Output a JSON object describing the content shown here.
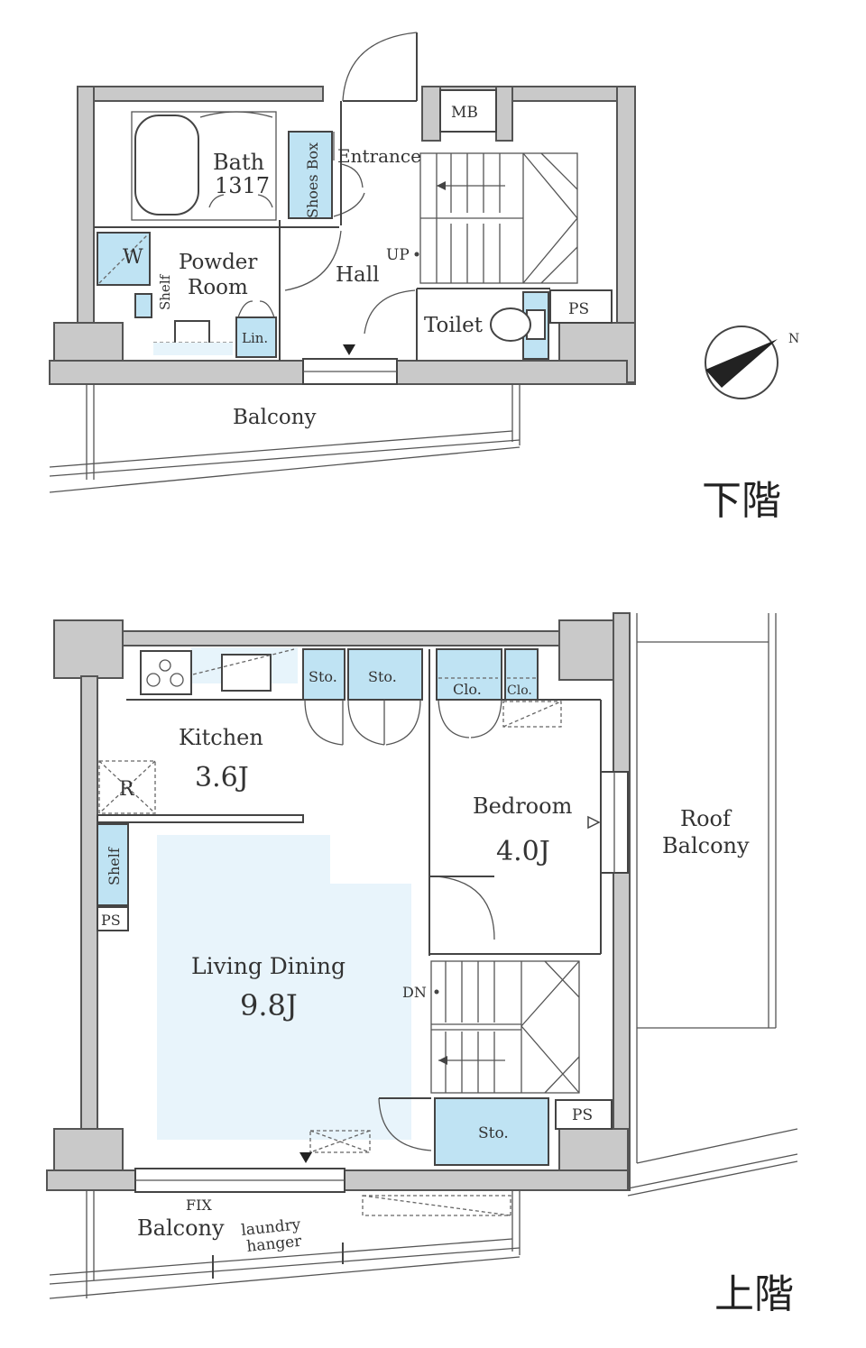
{
  "lower_floor": {
    "floor_title": "下階",
    "rooms": {
      "bath_name": "Bath",
      "bath_size": "1317",
      "powder_room_line1": "Powder",
      "powder_room_line2": "Room",
      "washer": "W",
      "shelf": "Shelf",
      "linen": "Lin.",
      "shoes_box": "Shoes Box",
      "entrance": "Entrance",
      "hall": "Hall",
      "meter_box": "MB",
      "stair_up": "UP",
      "toilet": "Toilet",
      "pipe_space": "PS",
      "balcony": "Balcony"
    }
  },
  "upper_floor": {
    "floor_title": "上階",
    "rooms": {
      "kitchen_name": "Kitchen",
      "kitchen_size": "3.6J",
      "refrigerator": "R",
      "shelf": "Shelf",
      "pipe_space_left": "PS",
      "storage_1": "Sto.",
      "storage_2": "Sto.",
      "closet_1": "Clo.",
      "closet_2": "Clo.",
      "bedroom_name": "Bedroom",
      "bedroom_size": "4.0J",
      "roof_balcony_line1": "Roof",
      "roof_balcony_line2": "Balcony",
      "living_dining_name": "Living Dining",
      "living_dining_size": "9.8J",
      "stair_down": "DN",
      "storage_3": "Sto.",
      "pipe_space_right": "PS",
      "fix_window": "FIX",
      "balcony": "Balcony",
      "laundry_line1": "laundry",
      "laundry_line2": "hanger"
    }
  },
  "compass": {
    "north_label": "N"
  }
}
